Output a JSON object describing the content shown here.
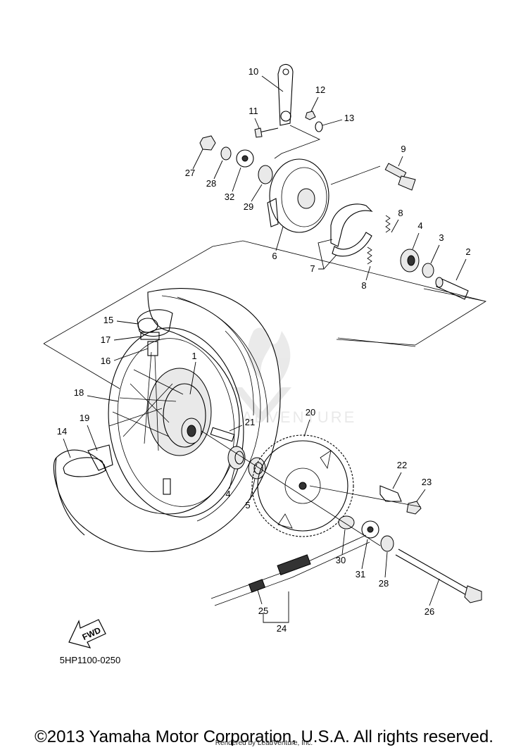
{
  "diagram": {
    "code": "5HP1100-0250",
    "fwd_label": "FWD",
    "watermark": "ADVENTURE",
    "callouts": {
      "c2": "2",
      "c3": "3",
      "c4a": "4",
      "c4b": "4",
      "c5": "5",
      "c6": "6",
      "c7": "7",
      "c8a": "8",
      "c8b": "8",
      "c9": "9",
      "c10": "10",
      "c11": "11",
      "c12": "12",
      "c13": "13",
      "c14": "14",
      "c15": "15",
      "c16": "16",
      "c17": "17",
      "c18": "18",
      "c19": "19",
      "c20": "20",
      "c21": "21",
      "c22": "22",
      "c23": "23",
      "c24": "24",
      "c25": "25",
      "c26": "26",
      "c27": "27",
      "c28a": "28",
      "c28b": "28",
      "c29": "29",
      "c30": "30",
      "c31": "31",
      "c32": "32",
      "c1": "1"
    }
  },
  "footer": {
    "copyright": "©2013 Yamaha Motor Corporation, U.S.A. All rights reserved.",
    "rendered_by": "Rendered by LeadVenture, Inc."
  }
}
